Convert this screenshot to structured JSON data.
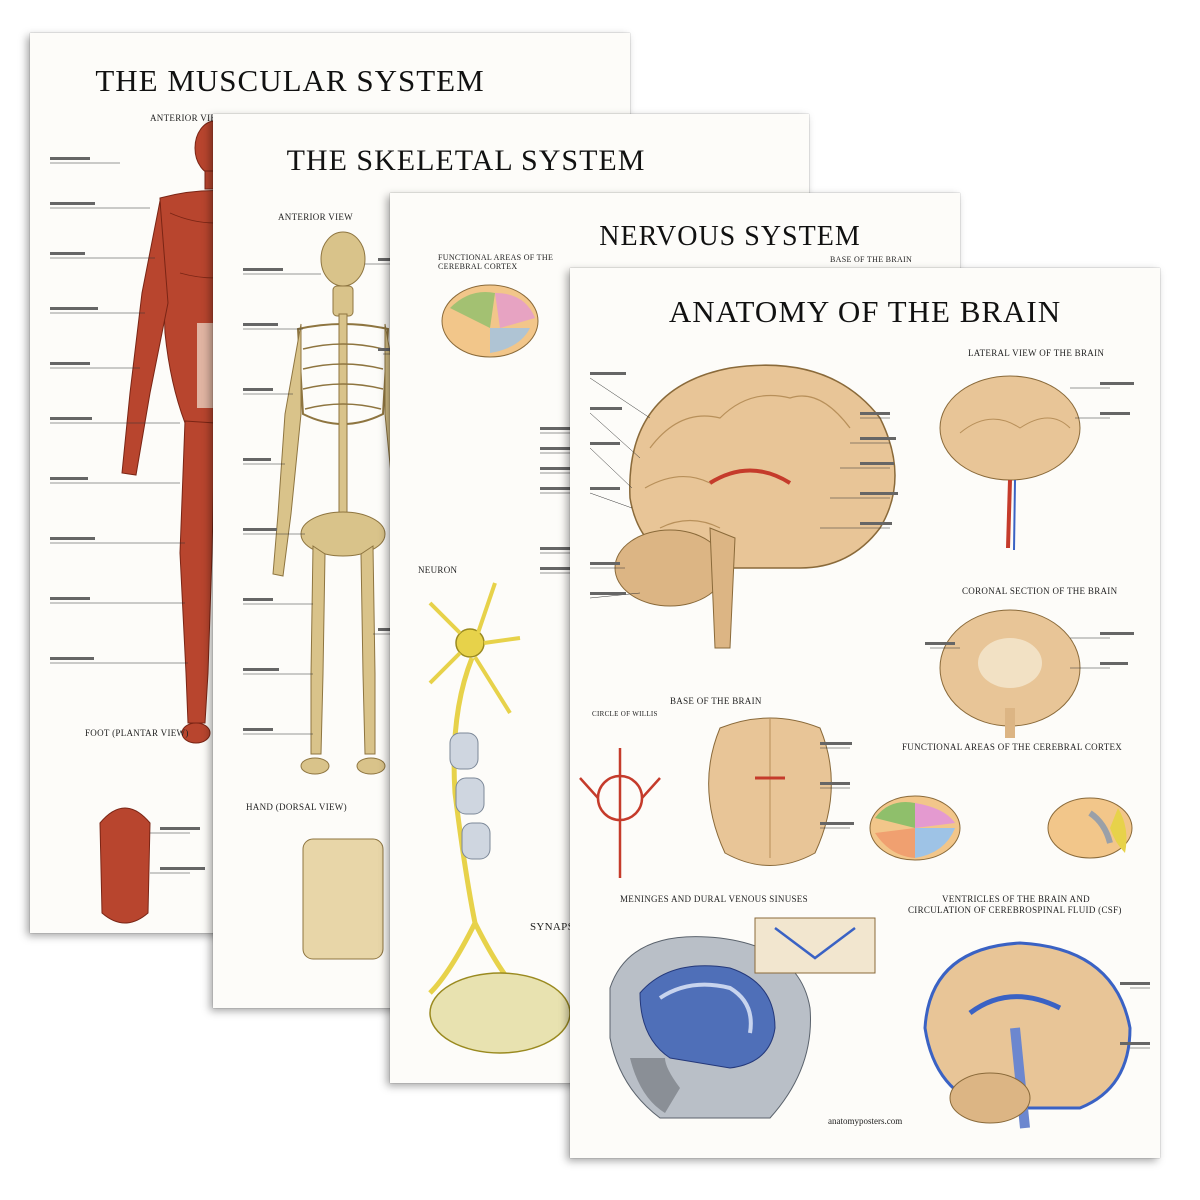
{
  "posters": {
    "muscular": {
      "title": "THE MUSCULAR SYSTEM",
      "anterior": "ANTERIOR VIEW",
      "foot": "FOOT (PLANTAR VIEW)"
    },
    "skeletal": {
      "title": "THE SKELETAL SYSTEM",
      "anterior": "ANTERIOR VIEW",
      "hand": "HAND (DORSAL VIEW)"
    },
    "nervous": {
      "title": "NERVOUS SYSTEM",
      "functional": "FUNCTIONAL AREAS OF THE CEREBRAL CORTEX",
      "base": "BASE OF THE BRAIN",
      "neuron": "NEURON",
      "synapse": "SYNAPSE"
    },
    "brain": {
      "title": "ANATOMY OF THE BRAIN",
      "lateral": "LATERAL VIEW OF THE BRAIN",
      "coronal": "CORONAL SECTION OF THE BRAIN",
      "base": "BASE OF THE BRAIN",
      "circle": "CIRCLE OF WILLIS",
      "functional": "FUNCTIONAL AREAS OF THE CEREBRAL CORTEX",
      "meninges": "MENINGES AND DURAL VENOUS SINUSES",
      "ventricles_1": "VENTRICLES OF THE BRAIN AND",
      "ventricles_2": "CIRCULATION OF CEREBROSPINAL FLUID (CSF)",
      "site": "anatomyposters.com"
    }
  },
  "colors": {
    "muscle": "#b8452e",
    "bone": "#d9c38a",
    "brain": "#e8c597",
    "nerve": "#e7d24a",
    "sinus": "#3a62c4"
  }
}
